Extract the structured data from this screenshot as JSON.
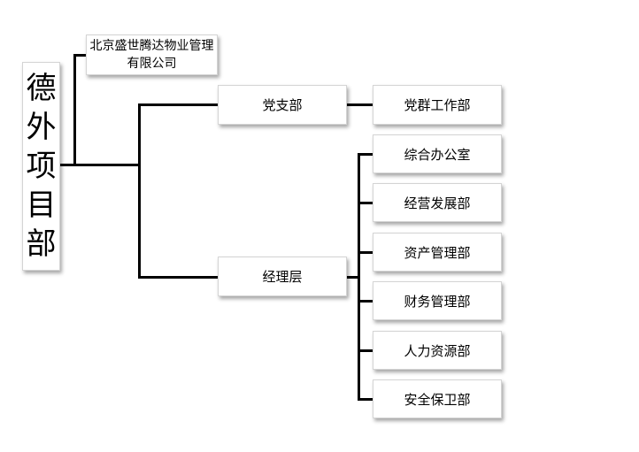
{
  "root": "德外项目部",
  "company": "北京盛世腾达物业管理有限公司",
  "party": "党支部",
  "party_child": "党群工作部",
  "management": "经理层",
  "departments": [
    "综合办公室",
    "经营发展部",
    "资产管理部",
    "财务管理部",
    "人力资源部",
    "安全保卫部"
  ]
}
